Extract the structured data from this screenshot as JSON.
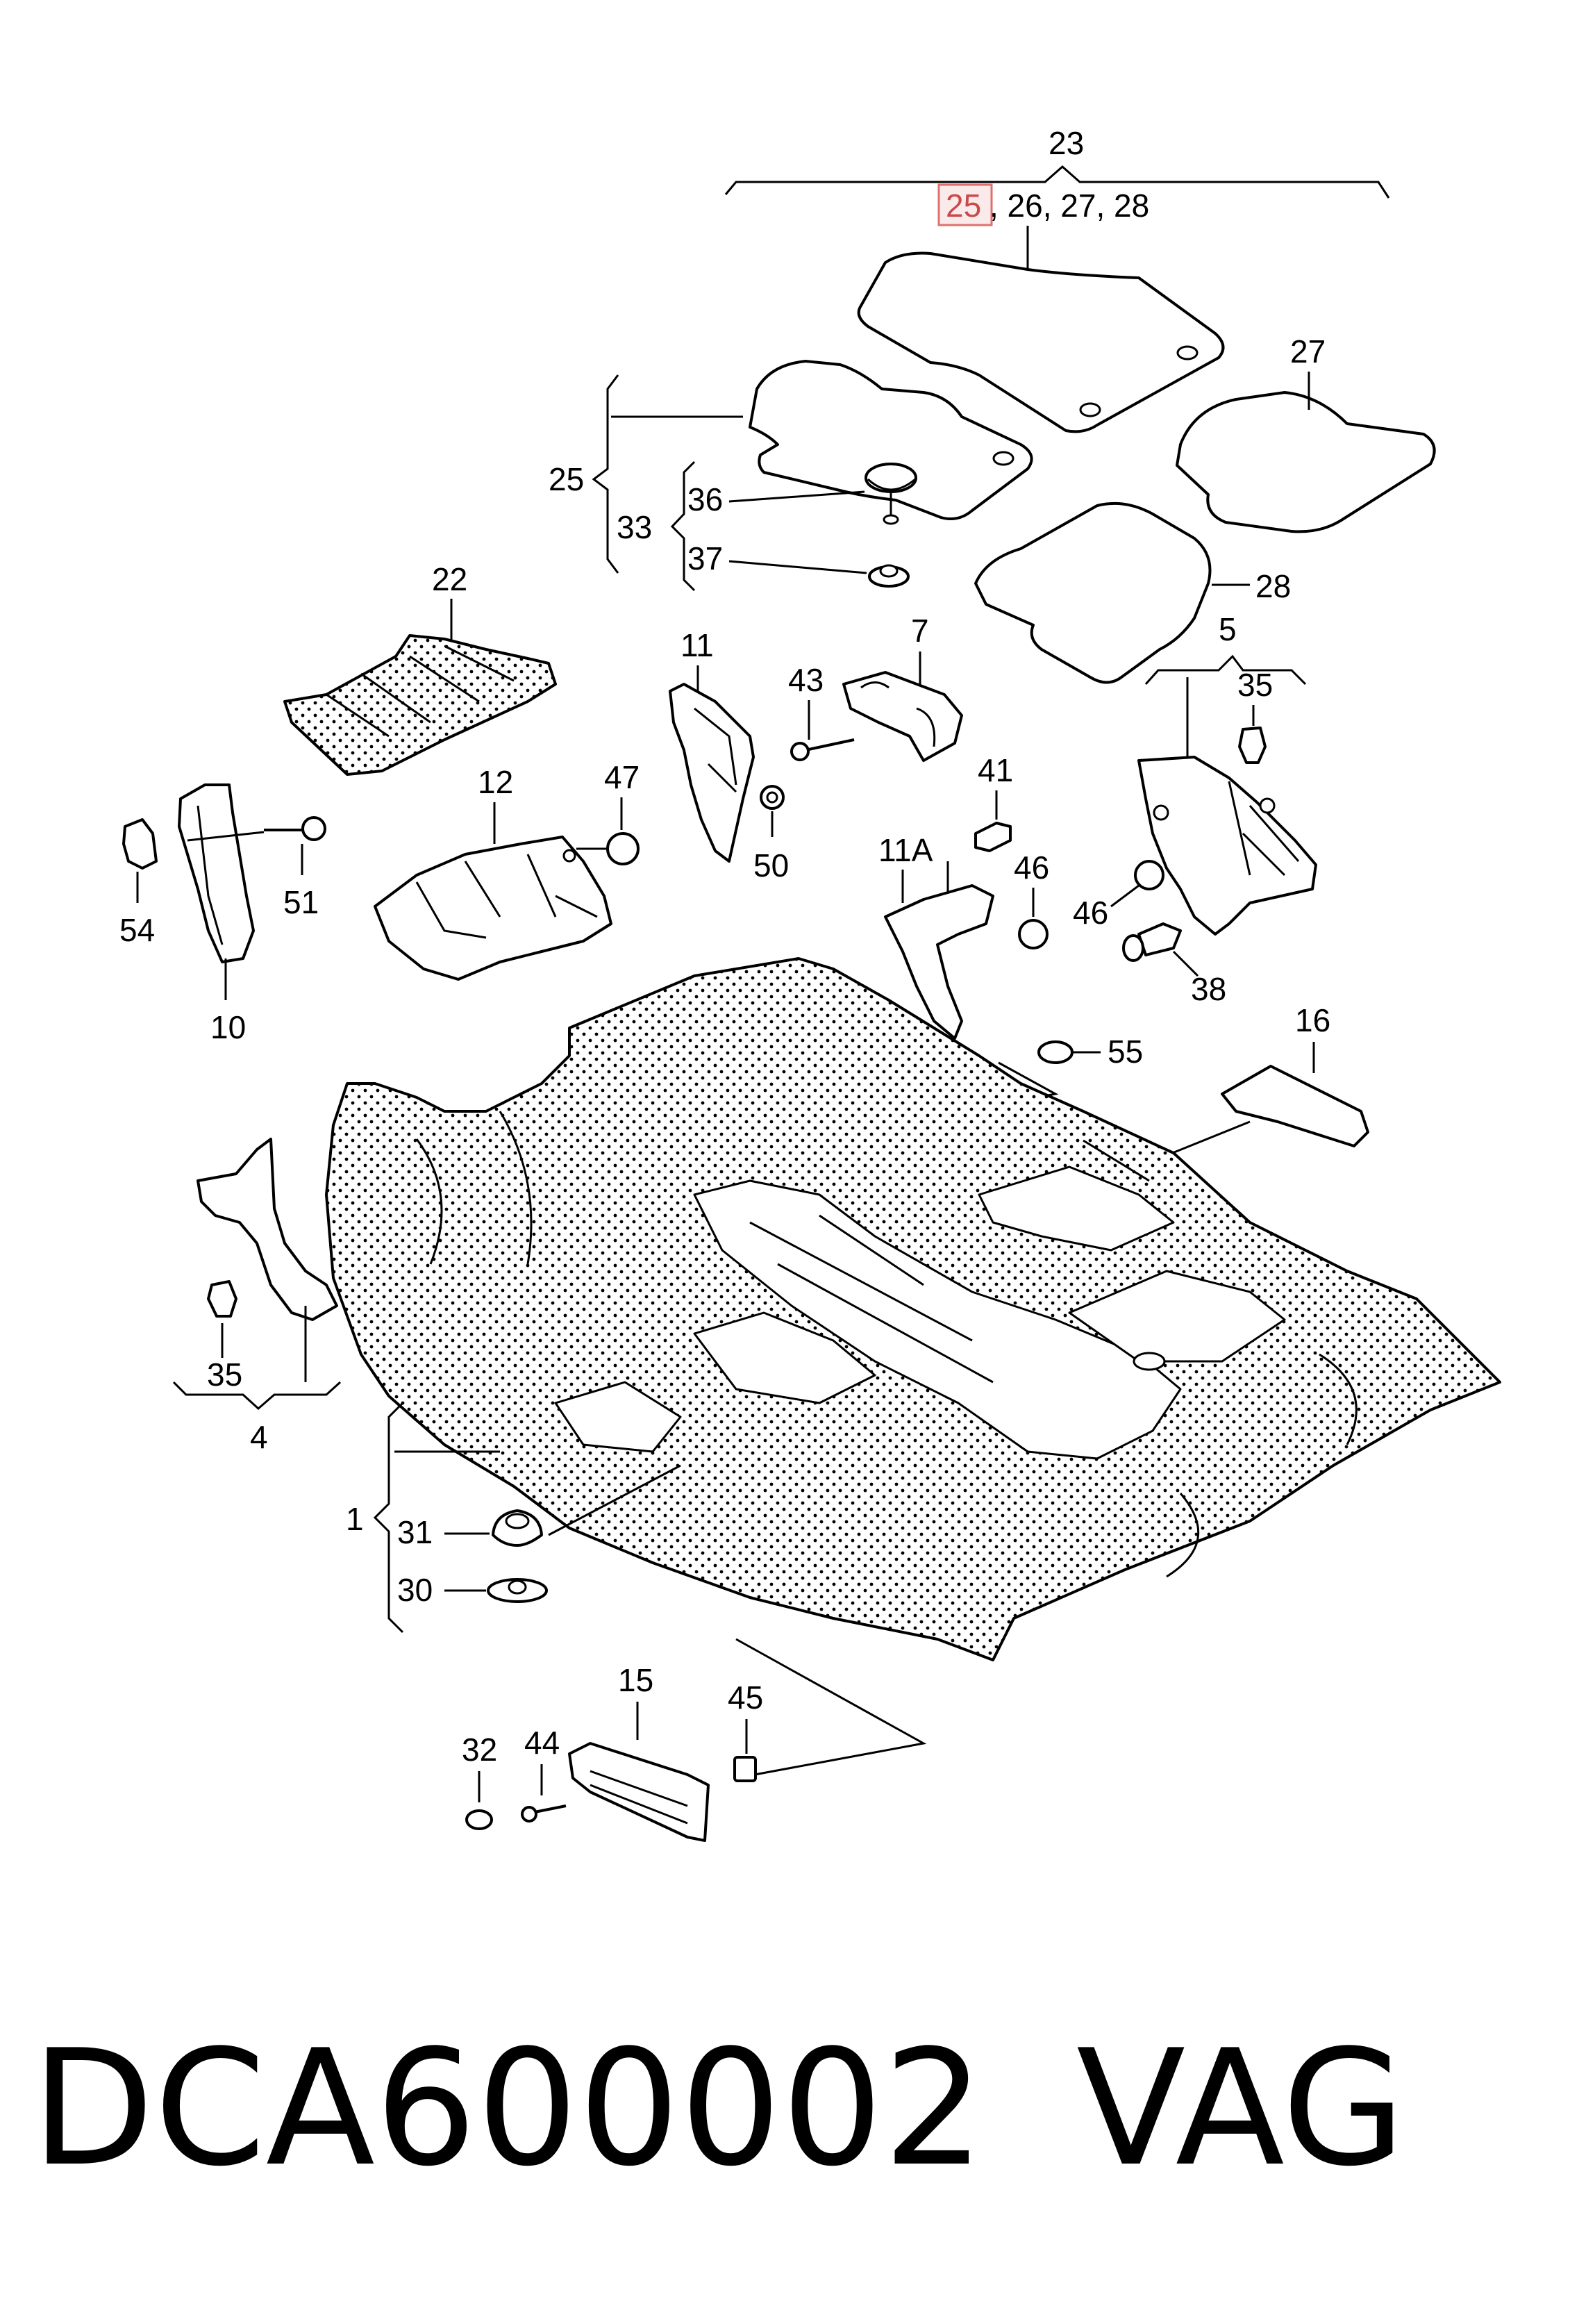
{
  "labels": {
    "l23": "23",
    "l25_highlight": "25",
    "l26_28": ", 26, 27, 28",
    "l27": "27",
    "l25": "25",
    "l33": "33",
    "l36": "36",
    "l37": "37",
    "l28": "28",
    "l22": "22",
    "l11": "11",
    "l7": "7",
    "l43": "43",
    "l5": "5",
    "l35_top": "35",
    "l12": "12",
    "l47": "47",
    "l41": "41",
    "l50": "50",
    "l11a": "11A",
    "l46_mid": "46",
    "l46_right": "46",
    "l38": "38",
    "l54": "54",
    "l51": "51",
    "l10": "10",
    "l55": "55",
    "l16": "16",
    "l35_left": "35",
    "l4": "4",
    "l1": "1",
    "l31": "31",
    "l30": "30",
    "l15": "15",
    "l45": "45",
    "l32": "32",
    "l44": "44"
  },
  "caption": {
    "part_number": "DCA600002",
    "brand": "VAG"
  },
  "colors": {
    "highlight_box": "#e07070",
    "highlight_fill": "#fbeaea",
    "ink": "#000000"
  }
}
